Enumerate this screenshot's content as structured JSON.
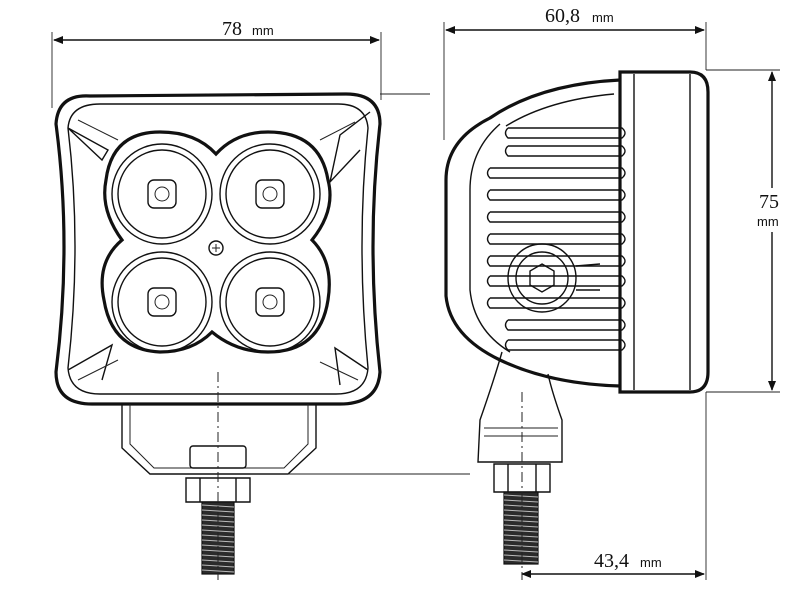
{
  "dimensions": {
    "front_width": {
      "value": "78",
      "unit": "mm"
    },
    "side_depth": {
      "value": "60,8",
      "unit": "mm"
    },
    "height": {
      "value": "75",
      "unit": "mm"
    },
    "bracket_depth": {
      "value": "43,4",
      "unit": "mm"
    }
  }
}
